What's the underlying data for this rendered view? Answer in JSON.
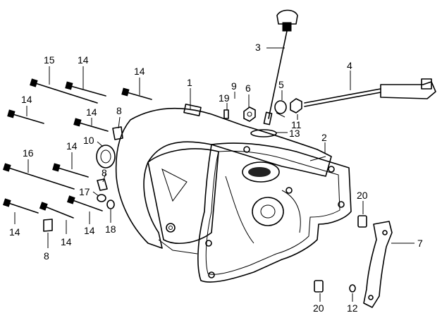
{
  "callouts": [
    {
      "id": "15",
      "text": "15"
    },
    {
      "id": "14a",
      "text": "14"
    },
    {
      "id": "14b",
      "text": "14"
    },
    {
      "id": "14c",
      "text": "14"
    },
    {
      "id": "14d",
      "text": "14"
    },
    {
      "id": "14e",
      "text": "14"
    },
    {
      "id": "14f",
      "text": "14"
    },
    {
      "id": "14g",
      "text": "14"
    },
    {
      "id": "14h",
      "text": "14"
    },
    {
      "id": "16",
      "text": "16"
    },
    {
      "id": "1",
      "text": "1"
    },
    {
      "id": "2",
      "text": "2"
    },
    {
      "id": "3",
      "text": "3"
    },
    {
      "id": "4",
      "text": "4"
    },
    {
      "id": "5",
      "text": "5"
    },
    {
      "id": "6",
      "text": "6"
    },
    {
      "id": "7",
      "text": "7"
    },
    {
      "id": "8a",
      "text": "8"
    },
    {
      "id": "8b",
      "text": "8"
    },
    {
      "id": "8c",
      "text": "8"
    },
    {
      "id": "9",
      "text": "9"
    },
    {
      "id": "10",
      "text": "10"
    },
    {
      "id": "11",
      "text": "11"
    },
    {
      "id": "12",
      "text": "12"
    },
    {
      "id": "13",
      "text": "13"
    },
    {
      "id": "17",
      "text": "17"
    },
    {
      "id": "18",
      "text": "18"
    },
    {
      "id": "19",
      "text": "19"
    },
    {
      "id": "20a",
      "text": "20"
    },
    {
      "id": "20b",
      "text": "20"
    }
  ]
}
